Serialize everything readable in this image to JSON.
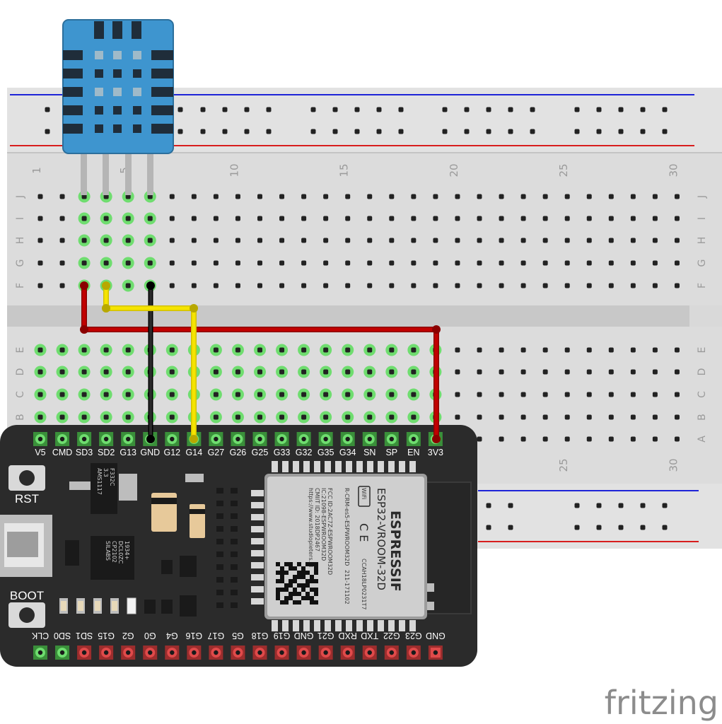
{
  "breadboard": {
    "row_labels_top": [
      "J",
      "I",
      "H",
      "G",
      "F"
    ],
    "row_labels_bottom": [
      "E",
      "D",
      "C",
      "B",
      "A"
    ],
    "column_numbers_top": [
      "1",
      "5",
      "10",
      "15",
      "20",
      "25",
      "30"
    ],
    "column_numbers_bottom": [
      "25",
      "30"
    ]
  },
  "esp32": {
    "top_pins": [
      "V5",
      "CMD",
      "SD3",
      "SD2",
      "G13",
      "GND",
      "G12",
      "G14",
      "G27",
      "G26",
      "G25",
      "G33",
      "G32",
      "G35",
      "G34",
      "SN",
      "SP",
      "EN",
      "3V3"
    ],
    "bottom_pins": [
      "CLK",
      "SD0",
      "SD1",
      "G15",
      "G2",
      "G0",
      "G4",
      "G16",
      "G17",
      "G5",
      "G18",
      "G19",
      "GND",
      "G21",
      "RXD",
      "TXD",
      "G22",
      "G23",
      "GND"
    ],
    "rst_label": "RST",
    "boot_label": "BOOT",
    "module": {
      "brand": "ESPRESSIF",
      "model": "ESP32-VROOM-32D",
      "fcc": "FCC ID:2AC7Z-ESPWROOM32D",
      "ic": "IC:21098-ESPWROOM32D",
      "cmiit": "CMIIT ID: 2018DP2467",
      "url": "https://www.studiopieters.nl",
      "cert": "R-CRM-es5-ESPWROOM32D",
      "code1": "211-171102",
      "code2": "CCAH18LP0231T7",
      "wifi": "WiFi"
    },
    "usb_chip": [
      "SILABS",
      "CP2102",
      "DCL0ZC",
      "1934+"
    ],
    "regulator": [
      "AMS1117",
      "3.3",
      "F332C"
    ]
  },
  "watermark": "fritzing",
  "colors": {
    "wire_red": "#c20000",
    "wire_black": "#111111",
    "wire_yellow": "#f5e400",
    "sensor_blue": "#3e95cf",
    "board_dark": "#2b2b2b",
    "pin_green": "#6fdd6f",
    "pin_red": "#e04a4a"
  }
}
